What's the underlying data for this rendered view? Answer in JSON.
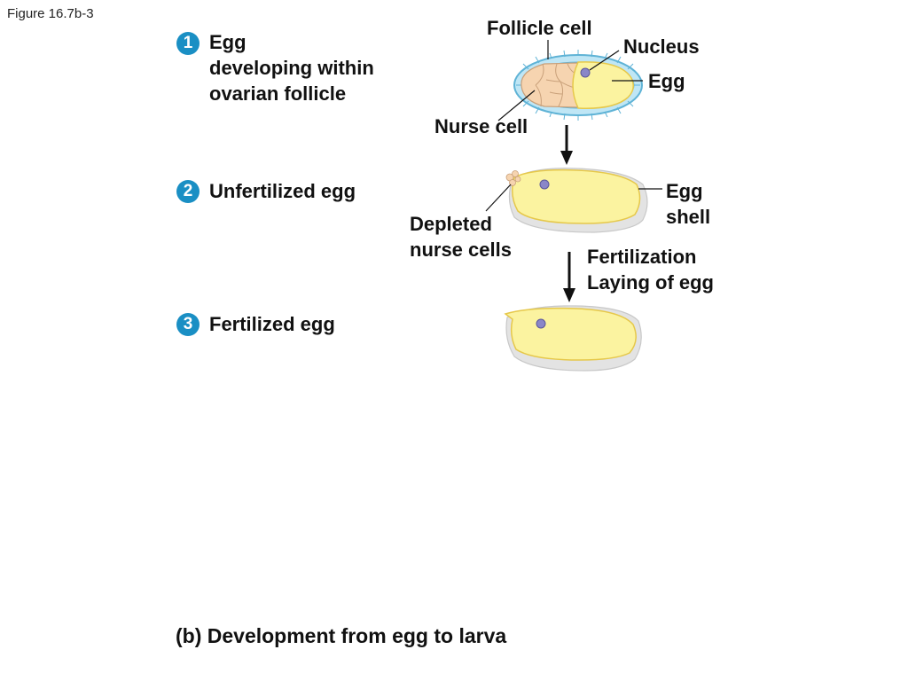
{
  "figure_id": "Figure 16.7b-3",
  "steps": [
    {
      "number": "1",
      "lines": [
        "Egg",
        "developing within",
        "ovarian follicle"
      ]
    },
    {
      "number": "2",
      "lines": [
        "Unfertilized egg"
      ]
    },
    {
      "number": "3",
      "lines": [
        "Fertilized egg"
      ]
    }
  ],
  "labels": {
    "follicle_cell": "Follicle cell",
    "nucleus": "Nucleus",
    "egg": "Egg",
    "nurse_cell": "Nurse cell",
    "egg_shell_1": "Egg",
    "egg_shell_2": "shell",
    "depleted_1": "Depleted",
    "depleted_2": "nurse cells",
    "fertilization": "Fertilization",
    "laying": "Laying of egg"
  },
  "caption": "(b) Development from egg to larva",
  "colors": {
    "badge": "#1a8fc4",
    "follicle": "#bfe6f5",
    "follicle_border": "#5fb3d6",
    "nurse": "#f6d4b0",
    "yolk": "#fbf3a0",
    "yolk_border": "#e6c84a",
    "shell": "#e3e3e3",
    "nucleus": "#8a86c8"
  }
}
